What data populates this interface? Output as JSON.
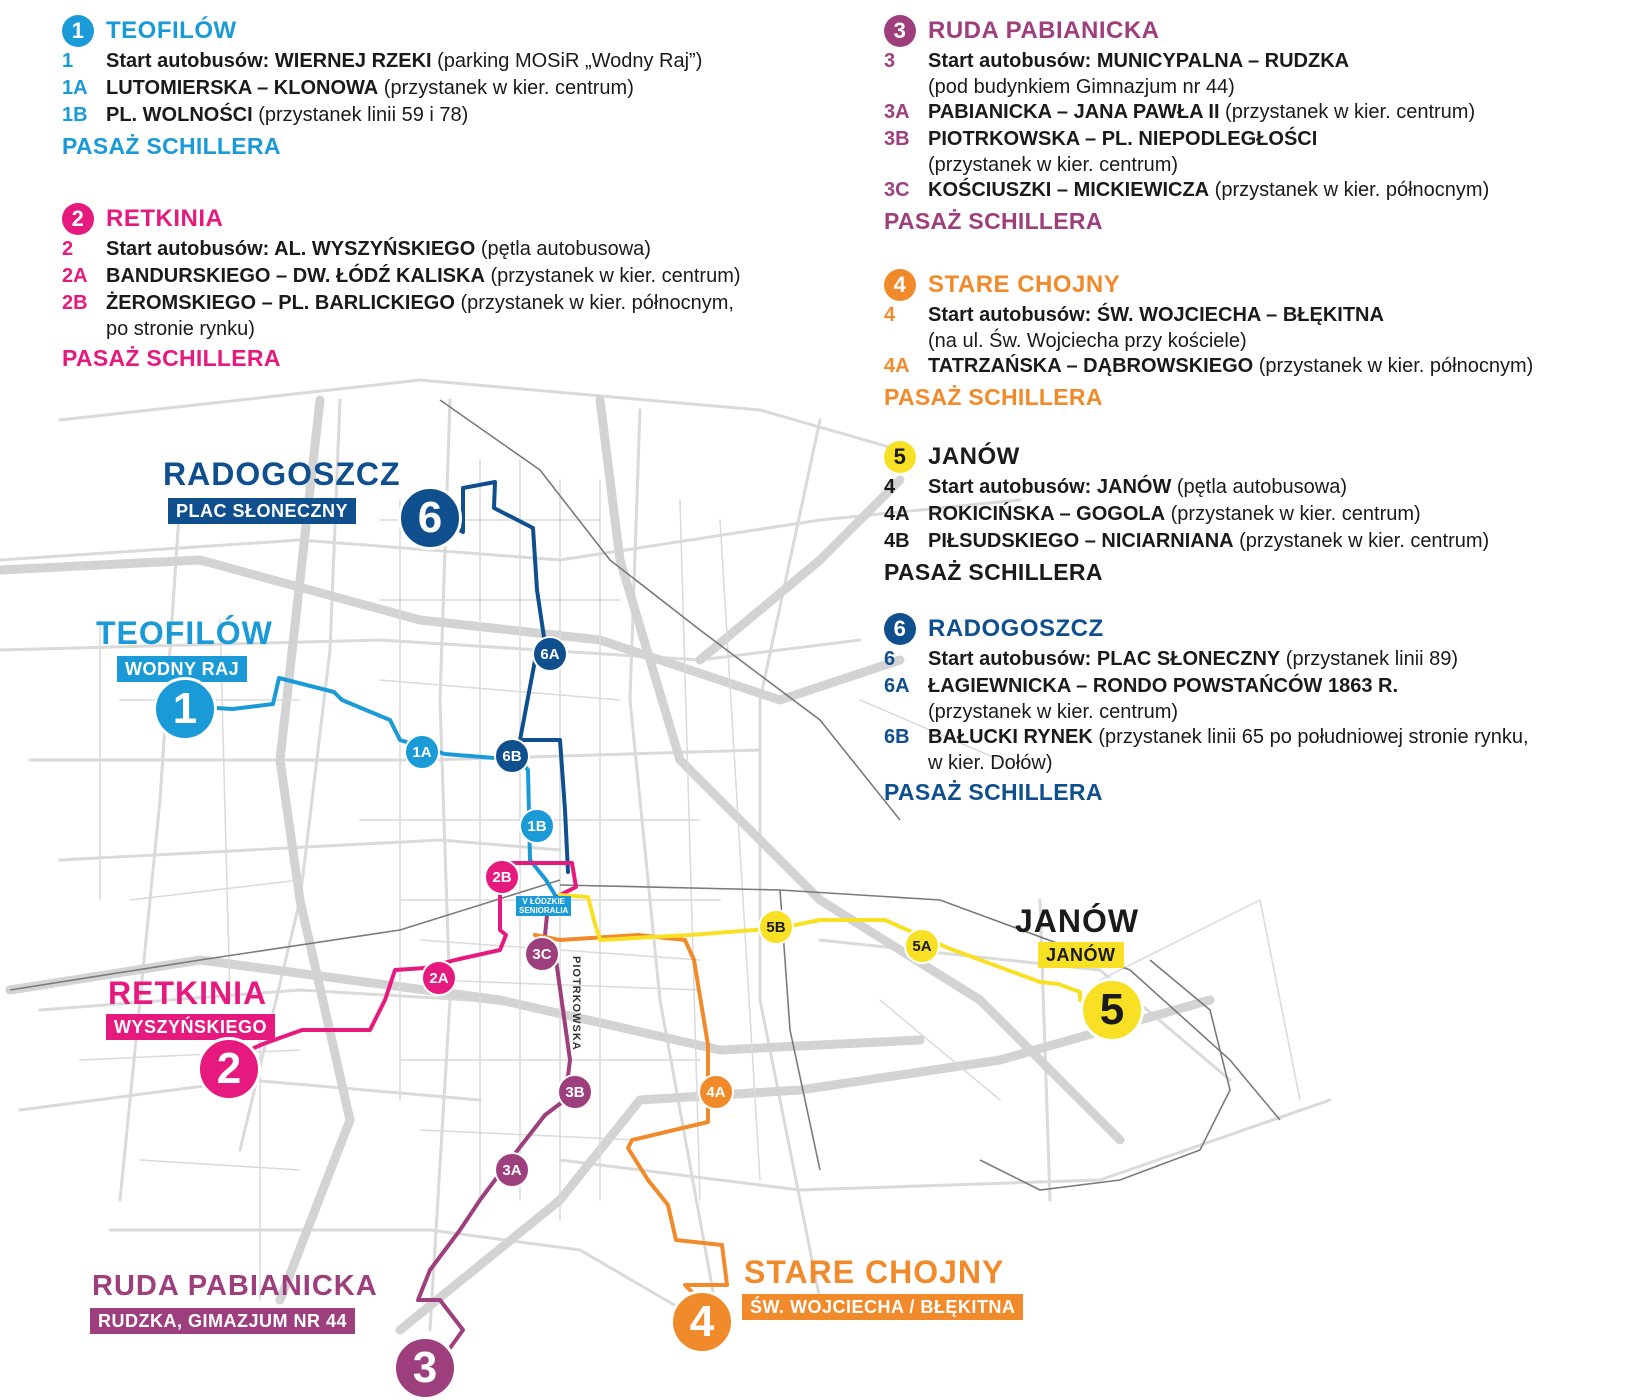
{
  "legend": {
    "r1": {
      "num": "1",
      "title": "TEOFILÓW",
      "rows": [
        {
          "code": "1",
          "name": "Start autobusów: WIERNEJ RZEKI",
          "desc": " (parking MOSiR „Wodny Raj”)"
        },
        {
          "code": "1A",
          "name": "LUTOMIERSKA – KLONOWA",
          "desc": " (przystanek w kier. centrum)"
        },
        {
          "code": "1B",
          "name": "PL. WOLNOŚCI",
          "desc": " (przystanek linii 59 i 78)"
        }
      ],
      "dest": "PASAŻ SCHILLERA"
    },
    "r2": {
      "num": "2",
      "title": "RETKINIA",
      "rows": [
        {
          "code": "2",
          "name": "Start autobusów:  AL. WYSZYŃSKIEGO",
          "desc": " (pętla autobusowa)"
        },
        {
          "code": "2A",
          "name": "BANDURSKIEGO – DW. ŁÓDŹ KALISKA",
          "desc": " (przystanek w kier. centrum)"
        },
        {
          "code": "2B",
          "name": "ŻEROMSKIEGO – PL. BARLICKIEGO",
          "desc": " (przystanek w kier. północnym,",
          "line2": "po stronie rynku)"
        }
      ],
      "dest": "PASAŻ SCHILLERA"
    },
    "r3": {
      "num": "3",
      "title": "RUDA PABIANICKA",
      "rows": [
        {
          "code": "3",
          "name": "Start autobusów: MUNICYPALNA – RUDZKA",
          "desc": "",
          "line2": "(pod budynkiem Gimnazjum nr 44)"
        },
        {
          "code": "3A",
          "name": "PABIANICKA – JANA PAWŁA II",
          "desc": " (przystanek w kier. centrum)"
        },
        {
          "code": "3B",
          "name": "PIOTRKOWSKA – PL. NIEPODLEGŁOŚCI",
          "desc": "",
          "line2": "(przystanek w kier. centrum)"
        },
        {
          "code": "3C",
          "name": "KOŚCIUSZKI – MICKIEWICZA",
          "desc": " (przystanek w kier. północnym)"
        }
      ],
      "dest": "PASAŻ SCHILLERA"
    },
    "r4": {
      "num": "4",
      "title": "STARE CHOJNY",
      "rows": [
        {
          "code": "4",
          "name": "Start autobusów: ŚW. WOJCIECHA – BŁĘKITNA",
          "desc": "",
          "line2": "(na ul. Św. Wojciecha przy kościele)"
        },
        {
          "code": "4A",
          "name": "TATRZAŃSKA – DĄBROWSKIEGO",
          "desc": " (przystanek w kier. północnym)"
        }
      ],
      "dest": "PASAŻ SCHILLERA"
    },
    "r5": {
      "num": "5",
      "title": "JANÓW",
      "rows": [
        {
          "code": "4",
          "name": "Start autobusów: JANÓW",
          "desc": " (pętla autobusowa)"
        },
        {
          "code": "4A",
          "name": "ROKICIŃSKA – GOGOLA",
          "desc": " (przystanek w kier. centrum)"
        },
        {
          "code": "4B",
          "name": "PIŁSUDSKIEGO – NICIARNIANA",
          "desc": " (przystanek w kier. centrum)"
        }
      ],
      "dest": "PASAŻ SCHILLERA"
    },
    "r6": {
      "num": "6",
      "title": "RADOGOSZCZ",
      "rows": [
        {
          "code": "6",
          "name": "Start autobusów: PLAC SŁONECZNY",
          "desc": " (przystanek linii 89)"
        },
        {
          "code": "6A",
          "name": "ŁAGIEWNICKA – RONDO POWSTAŃCÓW 1863 R.",
          "desc": "",
          "line2": "(przystanek w kier. centrum)"
        },
        {
          "code": "6B",
          "name": "BAŁUCKI RYNEK",
          "desc": " (przystanek linii 65 po południowej stronie rynku,",
          "line2": "w kier. Dołów)"
        }
      ],
      "dest": "PASAŻ SCHILLERA"
    }
  },
  "map": {
    "labels": {
      "radogoszcz": {
        "title": "RADOGOSZCZ",
        "tag": "PLAC SŁONECZNY",
        "num": "6"
      },
      "teofilow": {
        "title": "TEOFILÓW",
        "tag": "WODNY RAJ",
        "num": "1"
      },
      "retkinia": {
        "title": "RETKINIA",
        "tag": "WYSZYŃSKIEGO",
        "num": "2"
      },
      "ruda": {
        "title": "RUDA PABIANICKA",
        "tag": "RUDZKA, GIMAZJUM NR 44",
        "num": "3"
      },
      "chojny": {
        "title": "STARE CHOJNY",
        "tag": "ŚW. WOJCIECHA / BŁĘKITNA",
        "num": "4"
      },
      "janow": {
        "title": "JANÓW",
        "tag": "JANÓW",
        "num": "5"
      }
    },
    "stops": [
      "6A",
      "6B",
      "1A",
      "1B",
      "2B",
      "2A",
      "3C",
      "3B",
      "3A",
      "4A",
      "5B",
      "5A"
    ],
    "street": "PIOTRKOWSKA",
    "badge": [
      "V ŁÓDZKIE",
      "SENIORALIA"
    ]
  },
  "colors": {
    "line1": "#1a9ad6",
    "line2": "#e6197f",
    "line3": "#9e3f7d",
    "line4": "#f08a2a",
    "line5": "#f8e024",
    "line6": "#0f4f8e",
    "streets": "#d7d7d7"
  }
}
